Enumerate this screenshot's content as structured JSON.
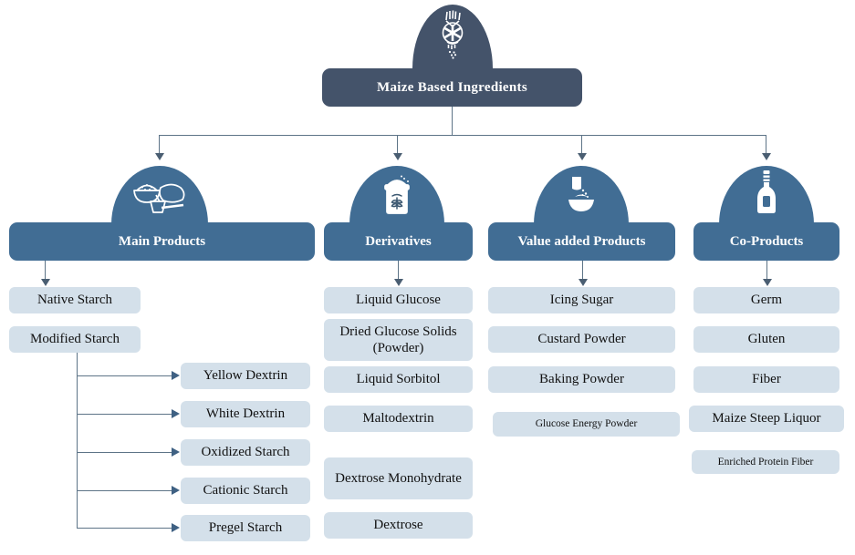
{
  "diagram": {
    "title": "Maize Based Ingredients",
    "type": "hierarchy-tree",
    "colors": {
      "root_fill": "#44536a",
      "category_fill": "#416d94",
      "leaf_fill": "#d4e0ea",
      "connector": "#5d7487",
      "text_on_dark": "#ffffff",
      "text_on_light": "#111111",
      "background": "#ffffff"
    }
  },
  "root": {
    "label": "Maize Based Ingredients",
    "icon": "maize-cob-icon"
  },
  "categories": [
    {
      "label": "Main Products",
      "icon": "starch-bowl-icon",
      "items": [
        {
          "label": "Native Starch"
        },
        {
          "label": "Modified Starch",
          "children": [
            {
              "label": "Yellow Dextrin"
            },
            {
              "label": "White Dextrin"
            },
            {
              "label": "Oxidized Starch"
            },
            {
              "label": "Cationic Starch"
            },
            {
              "label": "Pregel Starch"
            }
          ]
        }
      ]
    },
    {
      "label": "Derivatives",
      "icon": "flour-sack-icon",
      "items": [
        {
          "label": "Liquid Glucose"
        },
        {
          "label": "Dried Glucose Solids (Powder)"
        },
        {
          "label": "Liquid Sorbitol"
        },
        {
          "label": "Maltodextrin"
        },
        {
          "label": "Dextrose Monohydrate"
        },
        {
          "label": "Dextrose"
        }
      ]
    },
    {
      "label": "Value added Products",
      "icon": "pouring-bowl-icon",
      "items": [
        {
          "label": "Icing Sugar"
        },
        {
          "label": "Custard Powder"
        },
        {
          "label": "Baking Powder"
        },
        {
          "label": "Glucose Energy Powder",
          "small": true
        }
      ]
    },
    {
      "label": "Co-Products",
      "icon": "bottle-icon",
      "items": [
        {
          "label": "Germ"
        },
        {
          "label": "Gluten"
        },
        {
          "label": "Fiber"
        },
        {
          "label": "Maize Steep Liquor"
        },
        {
          "label": "Enriched Protein Fiber",
          "small": true
        }
      ]
    }
  ]
}
